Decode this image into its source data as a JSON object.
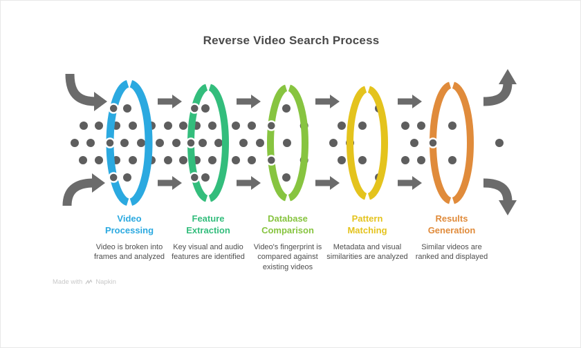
{
  "title": "Reverse Video Search Process",
  "colors": {
    "background": "#ffffff",
    "arrow_gray": "#6b6b6b",
    "dot_gray": "#5e5e5e",
    "title_text": "#4a4a4a",
    "description_text": "#4d4d4d",
    "watermark_gray": "#c9c9c9"
  },
  "stages": [
    {
      "name": "Video Processing",
      "description": "Video is broken into frames and analyzed",
      "color": "#2ba9e0"
    },
    {
      "name": "Feature Extraction",
      "description": "Key visual and audio features are identified",
      "color": "#33bd7c"
    },
    {
      "name": "Database Comparison",
      "description": "Video's fingerprint is compared against existing videos",
      "color": "#87c440"
    },
    {
      "name": "Pattern Matching",
      "description": "Metadata and visual similarities are analyzed",
      "color": "#e4c31d"
    },
    {
      "name": "Results Generation",
      "description": "Similar videos are ranked and displayed",
      "color": "#e08b3b"
    }
  ],
  "watermark": {
    "prefix": "Made with",
    "brand": "Napkin",
    "icon": "napkin-logo-icon"
  }
}
